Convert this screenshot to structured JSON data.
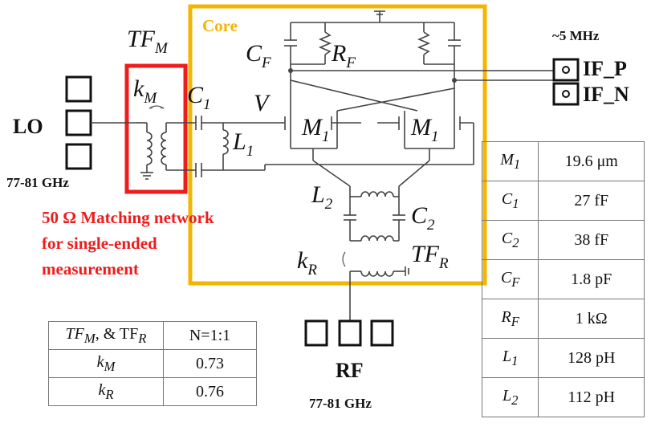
{
  "labels": {
    "core": "Core",
    "tf_m_main": "TF",
    "tf_m_sub": "M",
    "k_m_main": "k",
    "k_m_sub": "M",
    "c1_main": "C",
    "c1_sub": "1",
    "l1_main": "L",
    "l1_sub": "1",
    "v": "V",
    "cf_main": "C",
    "cf_sub": "F",
    "rf_main": "R",
    "rf_sub": "F",
    "m1a_main": "M",
    "m1a_sub": "1",
    "m1b_main": "M",
    "m1b_sub": "1",
    "l2_main": "L",
    "l2_sub": "2",
    "c2_main": "C",
    "c2_sub": "2",
    "kr_main": "k",
    "kr_sub": "R",
    "tfr_main": "TF",
    "tfr_sub": "R",
    "lo": "LO",
    "lo_freq": "77-81 GHz",
    "if_freq": "~5 MHz",
    "if_p": "IF_P",
    "if_n": "IF_N",
    "rf": "RF",
    "rf_freq": "77-81 GHz",
    "matching_1": "50 Ω Matching network",
    "matching_2": "for single-ended",
    "matching_3": "measurement"
  },
  "params_right": [
    {
      "name": "M",
      "sub": "1",
      "value": "19.6 μm"
    },
    {
      "name": "C",
      "sub": "1",
      "value": "27 fF"
    },
    {
      "name": "C",
      "sub": "2",
      "value": "38 fF"
    },
    {
      "name": "C",
      "sub": "F",
      "value": "1.8 pF"
    },
    {
      "name": "R",
      "sub": "F",
      "value": "1 kΩ"
    },
    {
      "name": "L",
      "sub": "1",
      "value": "128 pH"
    },
    {
      "name": "L",
      "sub": "2",
      "value": "112 pH"
    }
  ],
  "params_left": {
    "header_name": "TF",
    "header_sub1": "M",
    "header_mid": ", & TF",
    "header_sub2": "R",
    "header_value": "N=1:1",
    "rows": [
      {
        "name": "k",
        "sub": "M",
        "value": "0.73"
      },
      {
        "name": "k",
        "sub": "R",
        "value": "0.76"
      }
    ]
  },
  "colors": {
    "core_box": "#f5b400",
    "matching_box": "#ee1c1c",
    "text": "#111111",
    "wire": "#444444"
  }
}
